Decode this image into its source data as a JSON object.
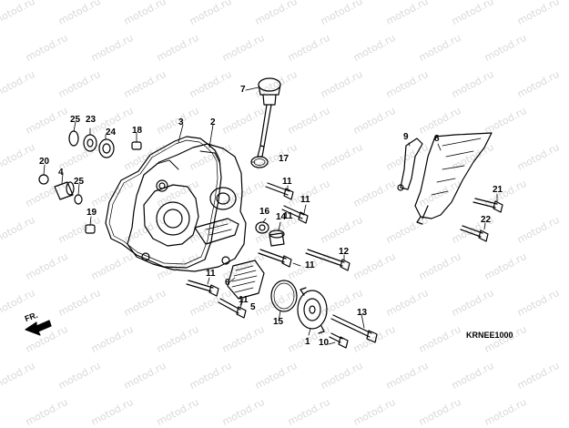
{
  "watermark": {
    "text": "motod.ru"
  },
  "diagram": {
    "code": "KRNEE1000",
    "direction_label": "FR.",
    "callouts": [
      "1",
      "2",
      "3",
      "4",
      "5",
      "6",
      "7",
      "8",
      "9",
      "10",
      "11",
      "11",
      "11",
      "11",
      "11",
      "11",
      "12",
      "13",
      "14",
      "15",
      "16",
      "17",
      "18",
      "19",
      "20",
      "21",
      "22",
      "23",
      "24",
      "25",
      "25"
    ]
  },
  "colors": {
    "line": "#000000",
    "watermark": "#d9d9d9",
    "background": "#ffffff"
  }
}
